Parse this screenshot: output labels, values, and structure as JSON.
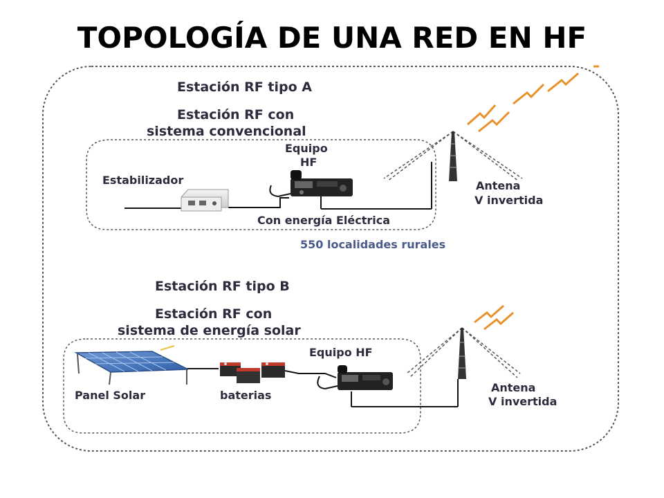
{
  "slide": {
    "title": "TOPOLOGÍA DE UNA RED EN HF"
  },
  "station_a": {
    "title": "Estación RF tipo A",
    "subtitle_line1": "Estación RF con",
    "subtitle_line2": "sistema convencional",
    "equipment_line1": "Equipo",
    "equipment_line2": "HF",
    "stabilizer": "Estabilizador",
    "antenna_line1": "Antena",
    "antenna_line2": "V invertida",
    "power": "Con energía Eléctrica",
    "localities": "550 localidades rurales"
  },
  "station_b": {
    "title": "Estación RF tipo B",
    "subtitle_line1": "Estación RF con",
    "subtitle_line2": "sistema de energía solar",
    "equipment": "Equipo HF",
    "solar_panel": "Panel Solar",
    "batteries": "baterias",
    "antenna_line1": "Antena",
    "antenna_line2": "V invertida"
  },
  "colors": {
    "border": "#555555",
    "lightning": "#e8902a",
    "solar_panel": "#3a6fb5",
    "label_text": "#2b2b3d",
    "label_blue": "#4a5a8a"
  }
}
